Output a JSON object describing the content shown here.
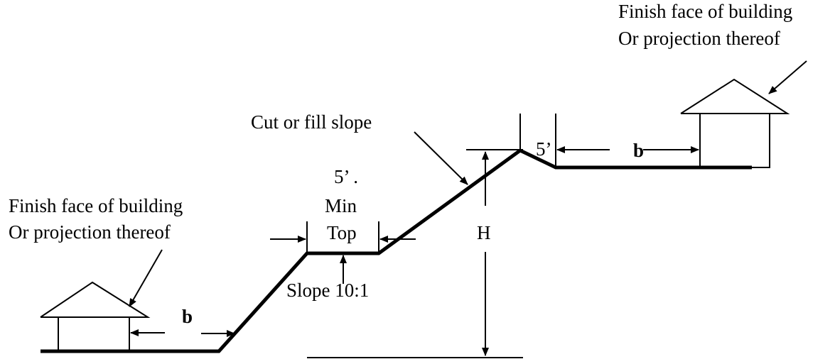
{
  "labels": {
    "finish_face_right_line1": "Finish face of building",
    "finish_face_right_line2": "Or projection thereof",
    "finish_face_left_line1": "Finish face of building",
    "finish_face_left_line2": "Or projection thereof",
    "cut_fill_slope": "Cut or fill slope",
    "five_ft_dot": "5’ .",
    "min": "Min",
    "top": "Top",
    "slope_ratio": "Slope 10:1",
    "height": "H",
    "b_left": "b",
    "b_right": "b",
    "five_ft_right": "5’"
  }
}
